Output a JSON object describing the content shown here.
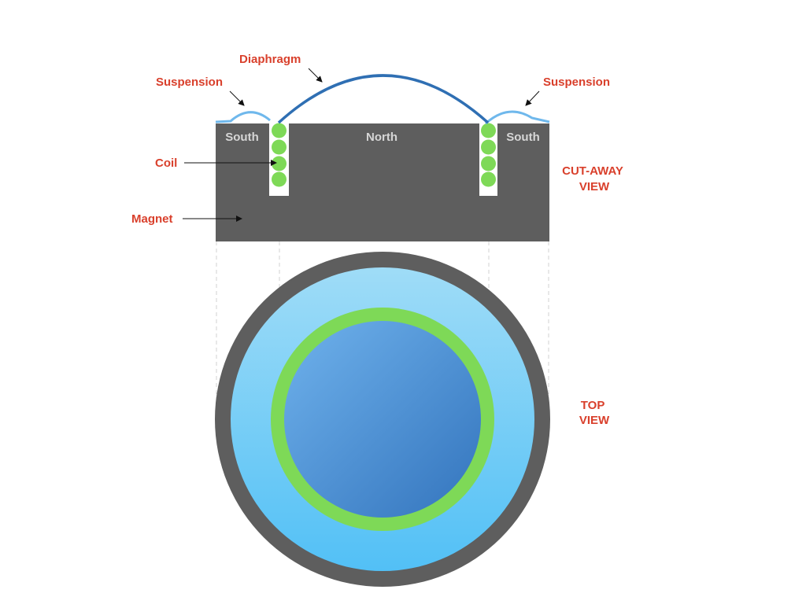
{
  "labels": {
    "diaphragm": "Diaphragm",
    "suspension_left": "Suspension",
    "suspension_right": "Suspension",
    "coil": "Coil",
    "magnet": "Magnet",
    "pole_south_left": "South",
    "pole_north": "North",
    "pole_south_right": "South",
    "cutaway_view": [
      "CUT-AWAY",
      "VIEW"
    ],
    "top_view": [
      "TOP",
      "VIEW"
    ]
  },
  "colors": {
    "label_red": "#d9402c",
    "magnet_gray": "#5e5e5e",
    "coil_green": "#7ed957",
    "diaphragm_blue": "#2f6fb3",
    "suspension_blue": "#6fb8ec",
    "top_outer_light_blue": "#9fdcf7",
    "top_outer_blue": "#5bc3f5",
    "top_inner_light": "#6aaeea",
    "top_inner_dark": "#3a7ec4"
  },
  "coil_turns_per_side": 4
}
